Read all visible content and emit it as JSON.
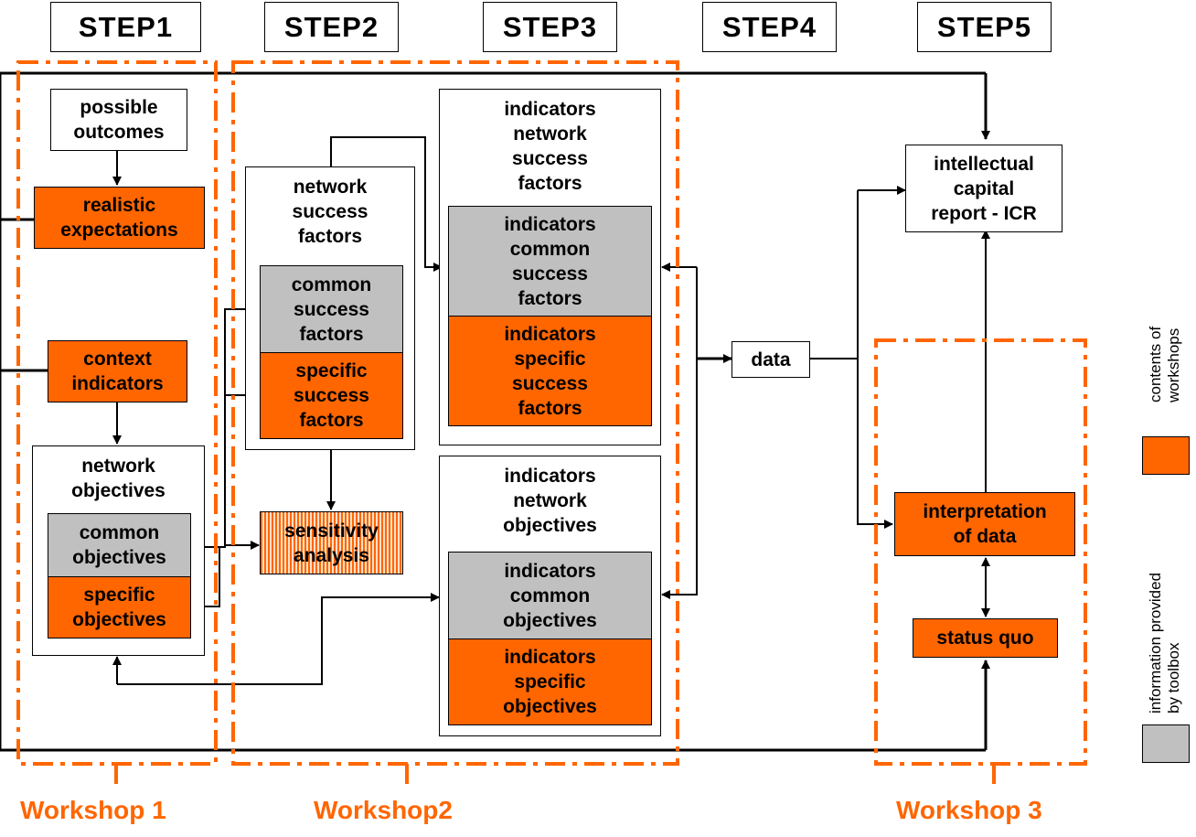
{
  "steps": [
    "STEP1",
    "STEP2",
    "STEP3",
    "STEP4",
    "STEP5"
  ],
  "workshops": {
    "w1": "Workshop 1",
    "w2": "Workshop2",
    "w3": "Workshop 3"
  },
  "step1": {
    "possible_outcomes": "possible\noutcomes",
    "realistic_expectations": "realistic\nexpectations",
    "context_indicators": "context\nindicators",
    "network_objectives": "network\nobjectives",
    "common_objectives": "common\nobjectives",
    "specific_objectives": "specific\nobjectives"
  },
  "step2": {
    "network_success_factors": "network\nsuccess\nfactors",
    "common_success_factors": "common\nsuccess\nfactors",
    "specific_success_factors": "specific\nsuccess\nfactors",
    "sensitivity_analysis": "sensitivity\nanalysis"
  },
  "step3": {
    "ind_network_success_factors": "indicators\nnetwork\nsuccess\nfactors",
    "ind_common_success_factors": "indicators\ncommon\nsuccess\nfactors",
    "ind_specific_success_factors": "indicators\nspecific\nsuccess\nfactors",
    "ind_network_objectives": "indicators\nnetwork\nobjectives",
    "ind_common_objectives": "indicators\ncommon\nobjectives",
    "ind_specific_objectives": "indicators\nspecific\nobjectives"
  },
  "step4": {
    "data": "data"
  },
  "step5": {
    "icr": "intellectual\ncapital\nreport - ICR",
    "interpretation": "interpretation\nof data",
    "status_quo": "status quo"
  },
  "legend": {
    "contents_of_workshops": "contents of\nworkshops",
    "information_by_toolbox": "information provided\nby toolbox"
  },
  "colors": {
    "orange": "#ff6600",
    "gray": "#c0c0c0",
    "black": "#000000"
  }
}
